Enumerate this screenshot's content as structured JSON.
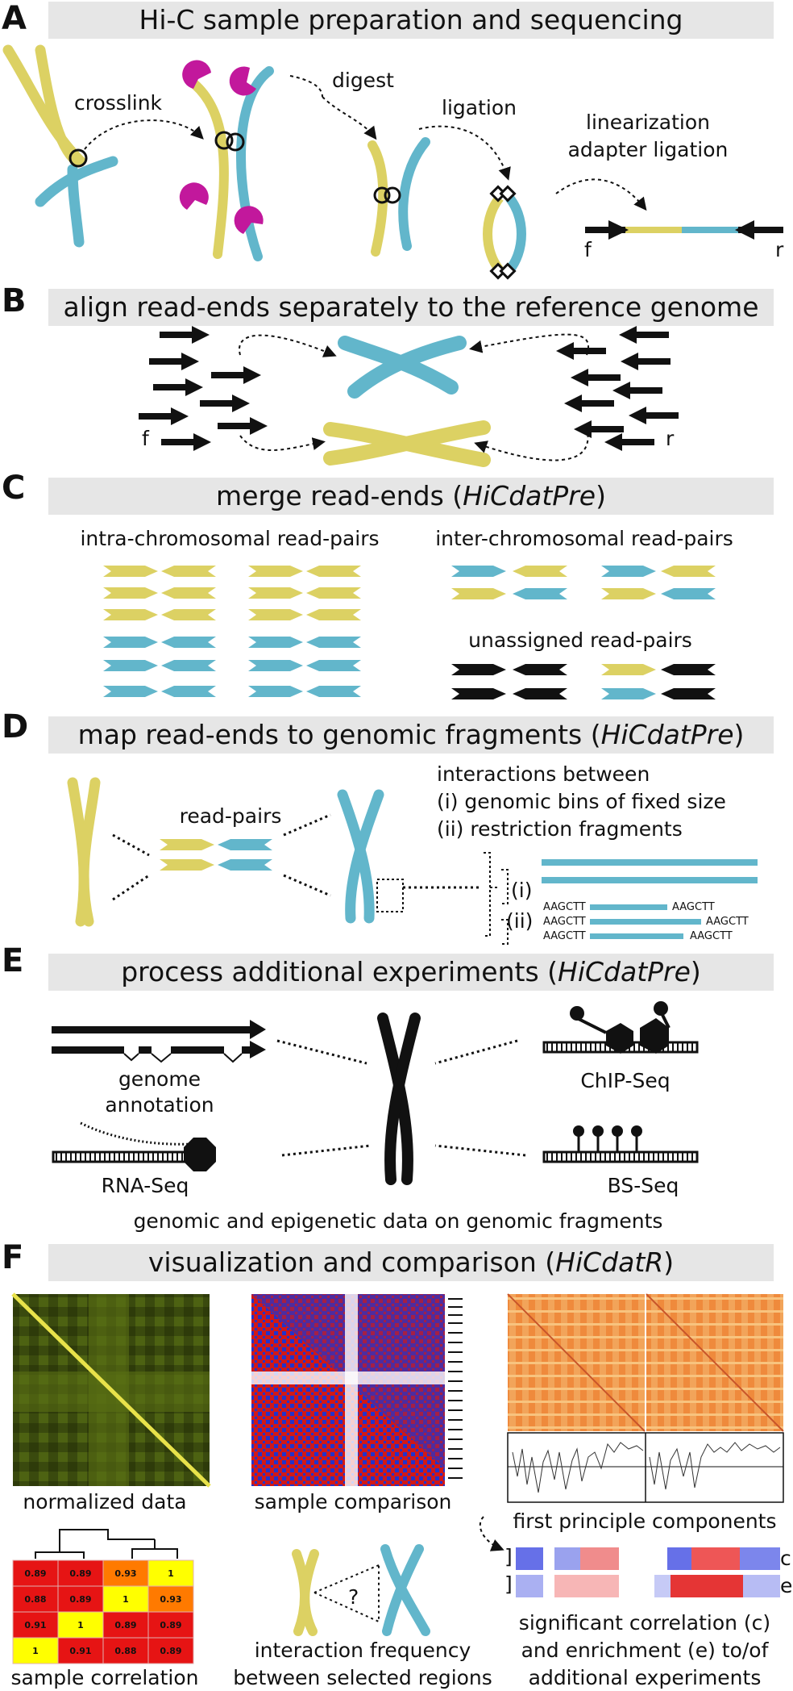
{
  "panels": {
    "A": {
      "label": "A",
      "title": "Hi-C sample preparation and sequencing",
      "crosslink": "crosslink",
      "digest": "digest",
      "ligation": "ligation",
      "linearization": "linearization",
      "adapter": "adapter ligation",
      "f": "f",
      "r": "r"
    },
    "B": {
      "label": "B",
      "title": "align read-ends separately to the reference genome",
      "f": "f",
      "r": "r"
    },
    "C": {
      "label": "C",
      "title_plain": "merge read-ends (",
      "title_italic": "HiCdatPre",
      "title_close": ")",
      "intra": "intra-chromosomal read-pairs",
      "inter": "inter-chromosomal read-pairs",
      "unassigned": "unassigned read-pairs"
    },
    "D": {
      "label": "D",
      "title_plain": "map read-ends to genomic fragments (",
      "title_italic": "HiCdatPre",
      "title_close": ")",
      "readpairs": "read-pairs",
      "interactions": "interactions between",
      "bins": "(i) genomic bins of fixed size",
      "fragments": "(ii) restriction fragments",
      "i": "(i)",
      "ii": "(ii)",
      "site": "AAGCTT"
    },
    "E": {
      "label": "E",
      "title_plain": "process additional experiments (",
      "title_italic": "HiCdatPre",
      "title_close": ")",
      "genome": "genome",
      "annotation": "annotation",
      "chip": "ChIP-Seq",
      "rna": "RNA-Seq",
      "bs": "BS-Seq",
      "footer": "genomic and epigenetic data on genomic fragments"
    },
    "F": {
      "label": "F",
      "title_plain": "visualization and comparison (",
      "title_italic": "HiCdatR",
      "title_close": ")",
      "normalized": "normalized data",
      "comparison": "sample comparison",
      "pcs": "first principle components",
      "samplecorr": "sample correlation",
      "freq1": "interaction frequency",
      "freq2": "between selected regions",
      "sig1": "significant correlation (c)",
      "sig2": "and enrichment (e) to/of",
      "sig3": "additional experiments",
      "q": "?",
      "c": "c",
      "e": "e",
      "corr_values": [
        [
          "0.89",
          "0.89",
          "0.93",
          "1"
        ],
        [
          "0.88",
          "0.89",
          "1",
          "0.93"
        ],
        [
          "0.91",
          "1",
          "0.89",
          "0.89"
        ],
        [
          "1",
          "0.91",
          "0.88",
          "0.89"
        ]
      ]
    }
  },
  "colors": {
    "yellow": "#dcd163",
    "blue": "#62b6cb",
    "magenta": "#c2189c",
    "bar": "#e6e6e6"
  }
}
